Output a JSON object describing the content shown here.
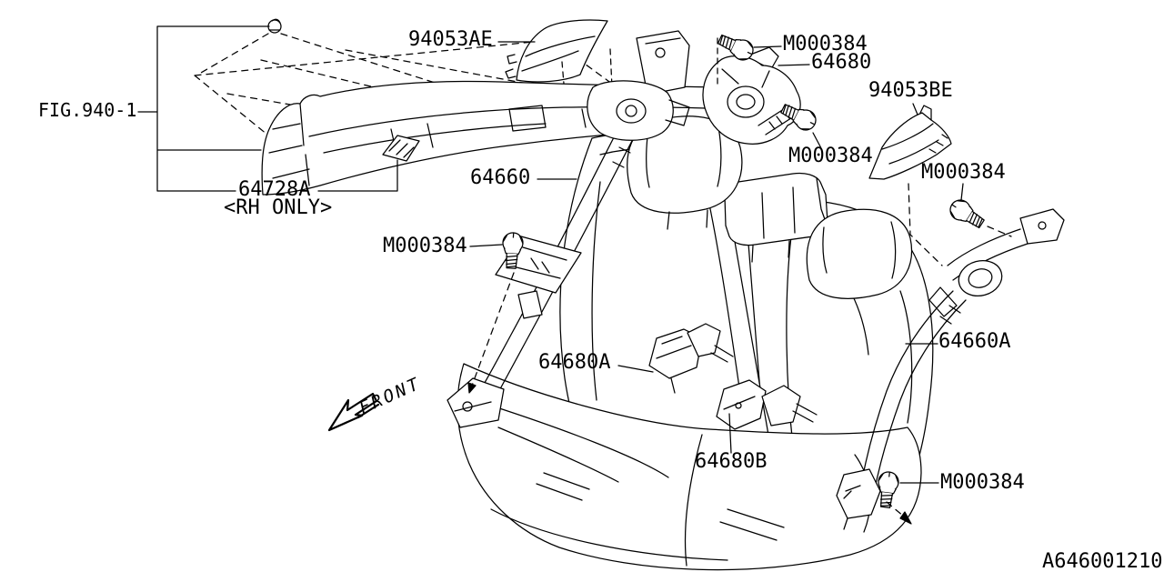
{
  "diagram": {
    "figure_ref": "FIG.940-1",
    "doc_id": "A646001210",
    "front_label": "FRONT",
    "notes": {
      "rh_only": "<RH ONLY>"
    },
    "part_labels": {
      "sash_cover_left": "94053AE",
      "center_belt_retractor": "64680",
      "sash_cover_right": "94053BE",
      "outer_belt_left": "64660",
      "rear_shelf_trim": "64728A",
      "outer_belt_right": "64660A",
      "inner_buckle_left": "64680A",
      "inner_buckle_center": "64680B",
      "flange_bolt": "M000384"
    },
    "colors": {
      "line": "#000000",
      "background": "#ffffff"
    }
  }
}
